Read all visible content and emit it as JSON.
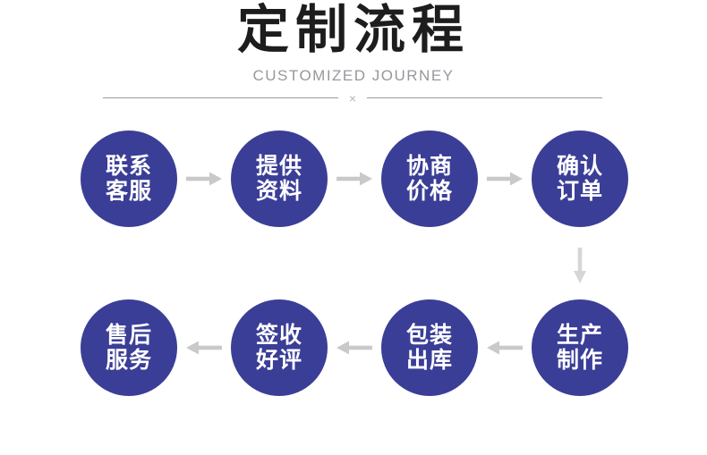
{
  "header": {
    "title": "定制流程",
    "subtitle": "CUSTOMIZED JOURNEY",
    "divider_mark": "×"
  },
  "colors": {
    "circle_fill": "#3a3e96",
    "circle_text": "#ffffff",
    "title_text": "#1d1d1d",
    "subtitle_text": "#95989c",
    "divider_line": "#9b9b9b",
    "arrow": "#c9c9c9",
    "down_arrow": "#d6d6d6"
  },
  "flow": {
    "direction_row1": "left-to-right",
    "direction_row2": "right-to-left",
    "row1": [
      {
        "label": "联系客服",
        "line1": "联系",
        "line2": "客服"
      },
      {
        "label": "提供资料",
        "line1": "提供",
        "line2": "资料"
      },
      {
        "label": "协商价格",
        "line1": "协商",
        "line2": "价格"
      },
      {
        "label": "确认订单",
        "line1": "确认",
        "line2": "订单"
      }
    ],
    "row2": [
      {
        "label": "售后服务",
        "line1": "售后",
        "line2": "服务"
      },
      {
        "label": "签收好评",
        "line1": "签收",
        "line2": "好评"
      },
      {
        "label": "包装出库",
        "line1": "包装",
        "line2": "出库"
      },
      {
        "label": "生产制作",
        "line1": "生产",
        "line2": "制作"
      }
    ],
    "sequence": [
      "联系客服",
      "提供资料",
      "协商价格",
      "确认订单",
      "生产制作",
      "包装出库",
      "签收好评",
      "售后服务"
    ]
  }
}
